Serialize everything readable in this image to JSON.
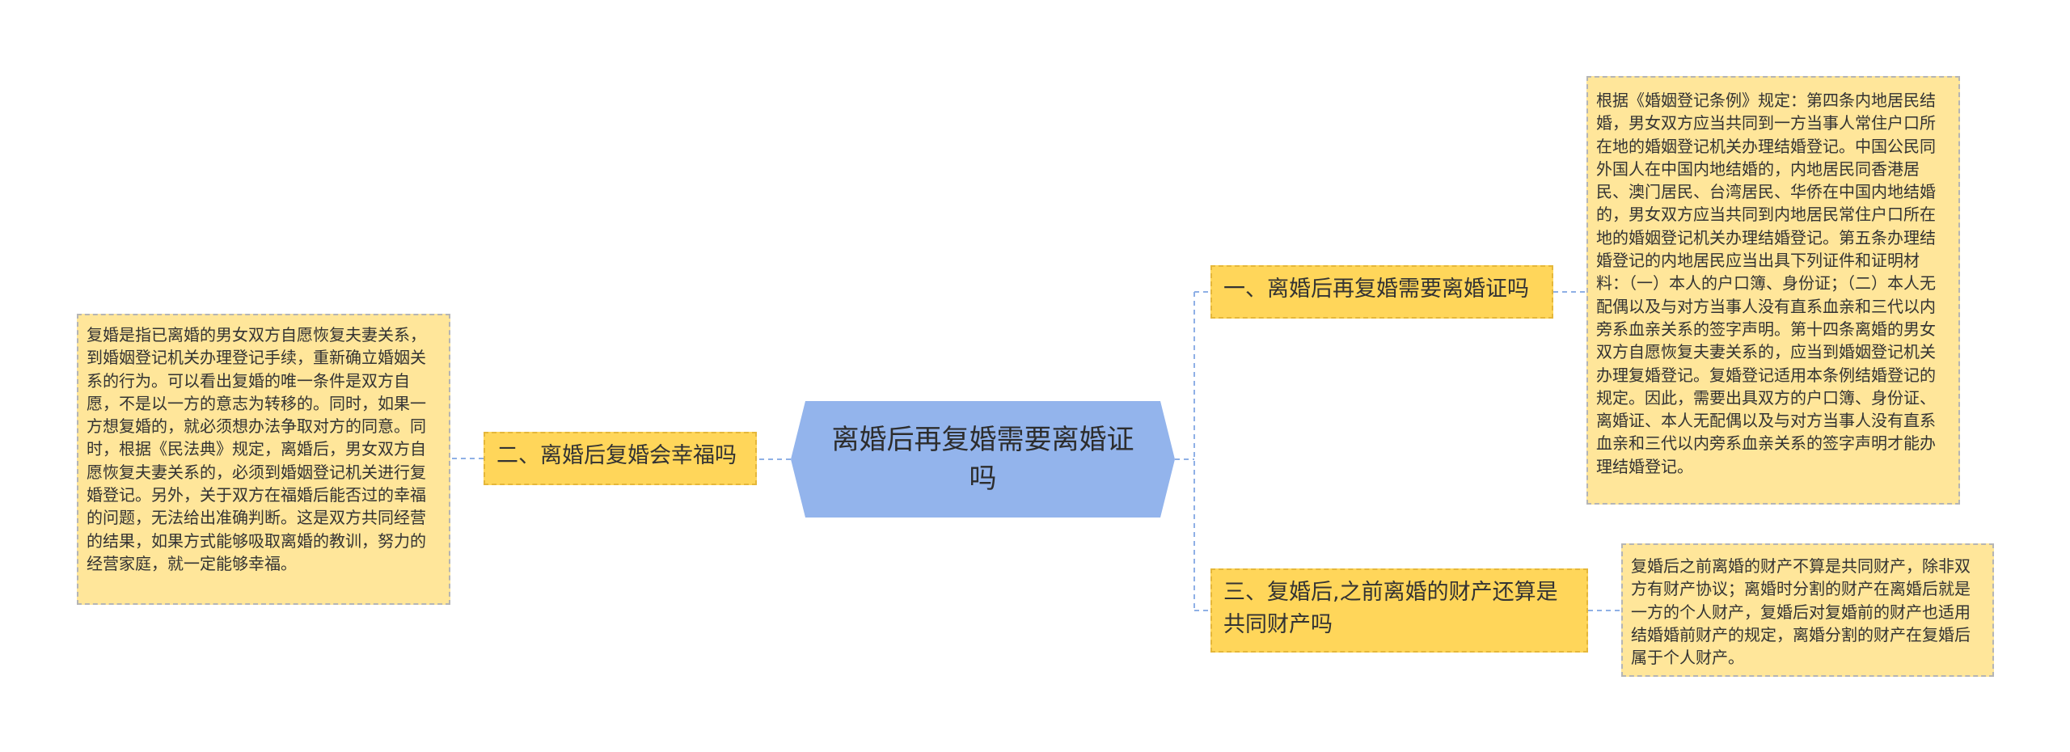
{
  "center": {
    "title": "离婚后再复婚需要离婚证吗"
  },
  "branches": [
    {
      "label": "一、离婚后再复婚需要离婚证吗",
      "detail": " 根据《婚姻登记条例》规定：第四条内地居民结婚，男女双方应当共同到一方当事人常住户口所在地的婚姻登记机关办理结婚登记。中国公民同外国人在中国内地结婚的，内地居民同香港居民、澳门居民、台湾居民、华侨在中国内地结婚的，男女双方应当共同到内地居民常住户口所在地的婚姻登记机关办理结婚登记。第五条办理结婚登记的内地居民应当出具下列证件和证明材料：（一）本人的户口簿、身份证；（二）本人无配偶以及与对方当事人没有直系血亲和三代以内旁系血亲关系的签字声明。第十四条离婚的男女双方自愿恢复夫妻关系的，应当到婚姻登记机关办理复婚登记。复婚登记适用本条例结婚登记的规定。因此，需要出具双方的户口簿、身份证、离婚证、本人无配偶以及与对方当事人没有直系血亲和三代以内旁系血亲关系的签字声明才能办理结婚登记。"
    },
    {
      "label": "二、离婚后复婚会幸福吗",
      "detail": "复婚是指已离婚的男女双方自愿恢复夫妻关系，到婚姻登记机关办理登记手续，重新确立婚姻关系的行为。可以看出复婚的唯一条件是双方自愿，不是以一方的意志为转移的。同时，如果一方想复婚的，就必须想办法争取对方的同意。同时，根据《民法典》规定，离婚后，男女双方自愿恢复夫妻关系的，必须到婚姻登记机关进行复婚登记。另外，关于双方在福婚后能否过的幸福的问题，无法给出准确判断。这是双方共同经营的结果，如果方式能够吸取离婚的教训，努力的经营家庭，就一定能够幸福。"
    },
    {
      "label": "三、复婚后,之前离婚的财产还算是共同财产吗",
      "detail": "复婚后之前离婚的财产不算是共同财产，除非双方有财产协议；离婚时分割的财产在离婚后就是一方的个人财产，复婚后对复婚前的财产也适用结婚婚前财产的规定，离婚分割的财产在复婚后属于个人财产。"
    }
  ],
  "colors": {
    "center_fill": "#93b4ec",
    "branch_fill": "#ffd65a",
    "leaf_fill": "#ffe69a",
    "connector": "#8fb0e6"
  }
}
